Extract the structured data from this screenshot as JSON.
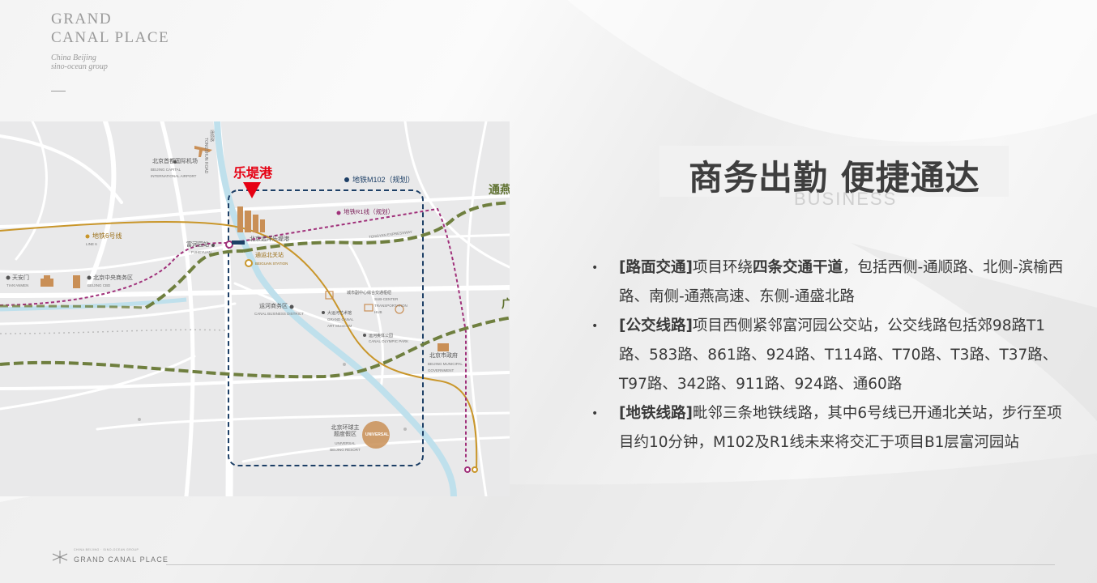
{
  "brand": {
    "line1": "GRAND",
    "line2": "CANAL PLACE",
    "line3": "China Beijing",
    "line4": "sino-ocean group"
  },
  "map": {
    "project_label": "乐堤港",
    "highway_tongyan": "通燕高速",
    "road_guangqu": "广渠路",
    "metro_m102": "地铁M102（规划）",
    "metro_r1": "地铁R1线（规划）",
    "metro_line6": "地铁6号线",
    "metro_line6_en": "LINE 6",
    "airport": "北京首都国际机场",
    "airport_en": "BEIJING CAPITAL INTERNATIONAL AIRPORT",
    "tiananmen": "天安门",
    "tiananmen_en": "TIAN'ANMEN",
    "cbd": "北京中央商务区",
    "cbd_en": "BEIJING CBD",
    "fuheyuan": "富河园站",
    "fuheyuan_en": "FUHEYUAN",
    "project_small": "北京远洋乐堤港",
    "tongyun": "通运北关站",
    "tongyun_en": "BEIGUAN STATION",
    "canal_business": "运河商务区",
    "canal_business_en": "CANAL BUSINESS DISTRICT",
    "subcenter_hub": "城市副中心综合交通枢纽",
    "subcenter_hub_en": "SUB-CENTER TRANSPORTATION HUB",
    "art_museum": "大运河艺术馆",
    "art_museum_en": "GRAND CANAL ART MUSEUM",
    "olympic_park": "运河奥体公园",
    "olympic_park_en": "CANAL OLYMPIC PARK",
    "gov": "北京市政府",
    "gov_en": "BEIJING MUNICIPAL GOVERNMENT",
    "universal": "北京环球主题度假区",
    "universal_en": "UNIVERSAL BEIJING RESORT",
    "universal_logo": "UNIVERSAL",
    "tongshun_road": "通顺路",
    "tongshun_road_en": "TONGSHUN ROAD",
    "tongyan_expressway_en": "TONGYAN EXPRESSWAY"
  },
  "colors": {
    "metro_line6": "#c9962a",
    "metro_r1": "#a0307a",
    "metro_m102": "#1d3f66",
    "highway_dash": "#6f7f3f",
    "accent_red": "#e60012",
    "river": "#bfe0ec"
  },
  "content": {
    "title": "商务出勤 便捷通达",
    "subtitle": "BUSINESS",
    "bullets": [
      {
        "bold": "[路面交通]",
        "t1": "项目环绕",
        "bold2": "四条交通干道",
        "t2": "，包括西侧-通顺路、北侧-滨榆西路、南侧-通燕高速、东侧-通盛北路"
      },
      {
        "bold": "[公交线路]",
        "t1": "项目西侧紧邻富河园公交站，公交线路包括郊98路T1路、583路、861路、924路、T114路、T70路、T3路、T37路、T97路、342路、911路、924路、通60路",
        "bold2": "",
        "t2": ""
      },
      {
        "bold": "[地铁线路]",
        "t1": "毗邻三条地铁线路，其中6号线已开通北关站，步行至项目约10分钟，M102及R1线未来将交汇于项目B1层富河园站",
        "bold2": "",
        "t2": ""
      }
    ]
  },
  "footer": {
    "small": "CHINA BEIJING · SINO-OCEAN GROUP",
    "name": "GRAND CANAL PLACE"
  }
}
